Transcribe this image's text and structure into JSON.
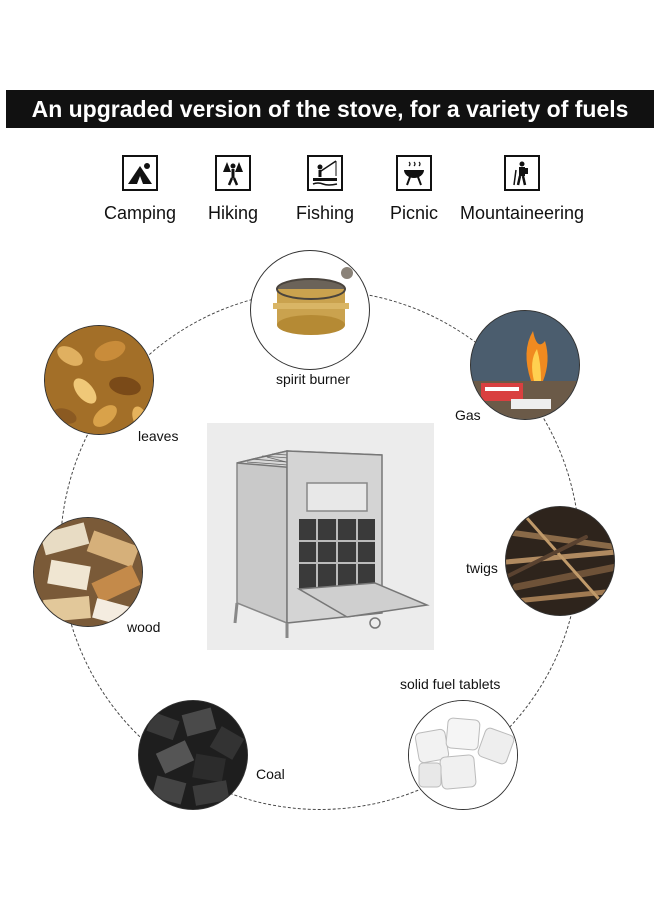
{
  "banner": {
    "title": "An upgraded version of the stove, for a variety of fuels"
  },
  "activities": [
    {
      "label": "Camping",
      "icon": "camping-tent-icon"
    },
    {
      "label": "Hiking",
      "icon": "hiking-icon"
    },
    {
      "label": "Fishing",
      "icon": "fishing-icon"
    },
    {
      "label": "Picnic",
      "icon": "grill-icon"
    },
    {
      "label": "Mountaineering",
      "icon": "mountaineering-icon"
    }
  ],
  "fuels": {
    "spirit_burner": "spirit burner",
    "gas": "Gas",
    "leaves": "leaves",
    "twigs": "twigs",
    "wood": "wood",
    "solid_fuel_tablets": "solid fuel tablets",
    "coal": "Coal"
  },
  "colors": {
    "banner": "#111111",
    "brass": "#c9a24a",
    "steel": "#c8c8c8"
  }
}
